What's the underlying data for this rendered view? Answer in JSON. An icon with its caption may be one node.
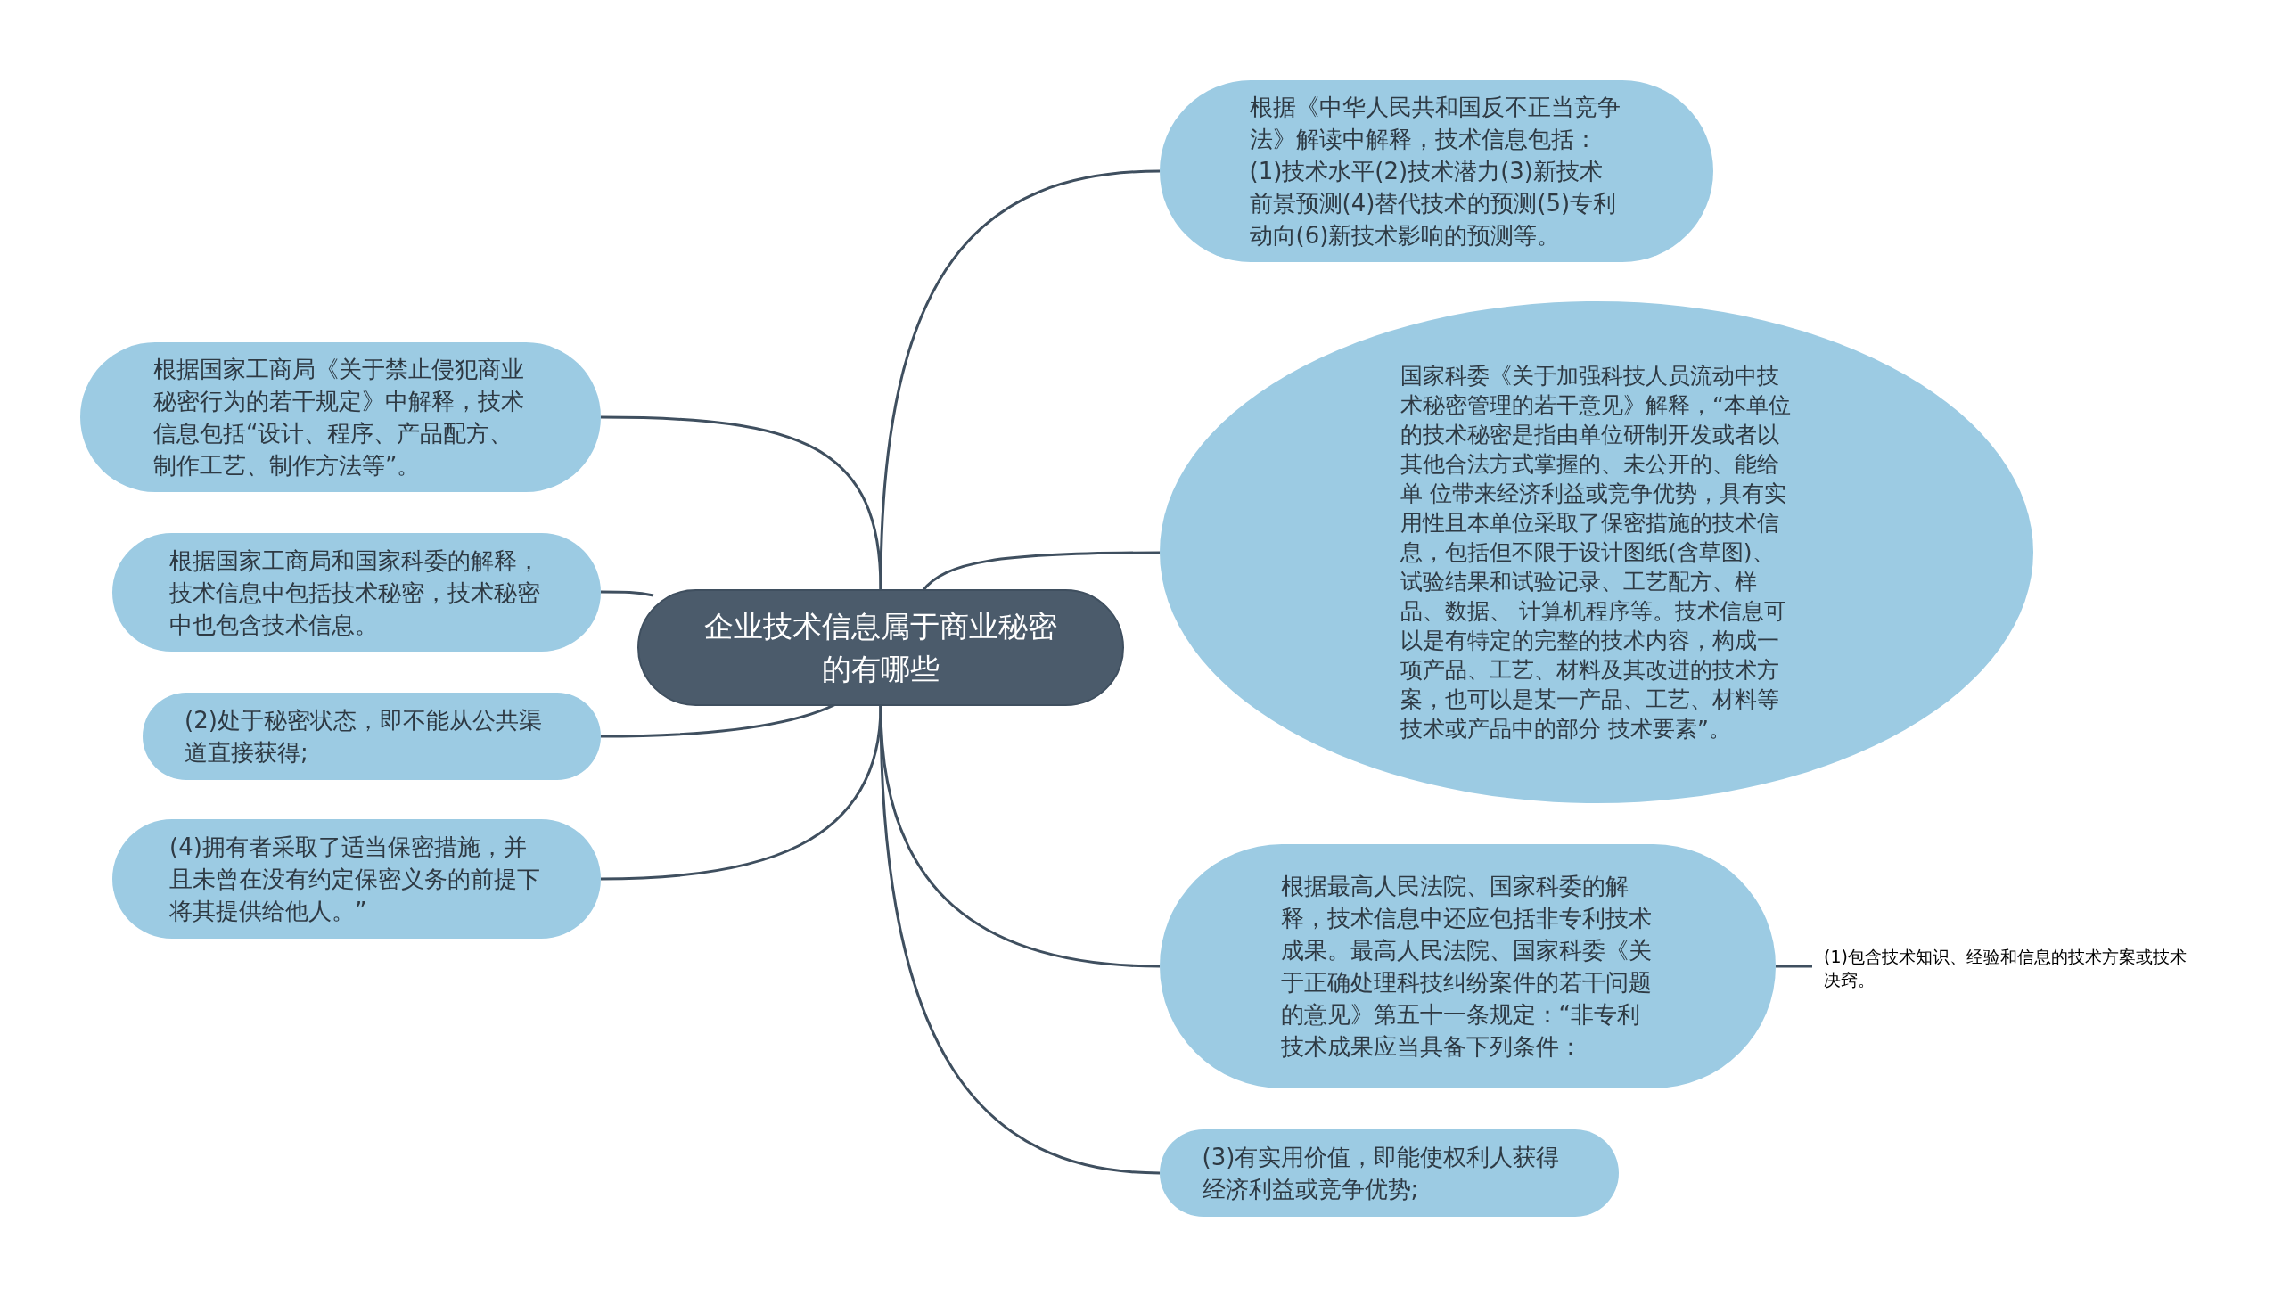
{
  "diagram": {
    "nodes": [
      {
        "text": [
          "企业技术信息属于商业秘密的有哪些"
        ]
      },
      {
        "text": [
          "根据《中华人民共和国反不正当竞争法》解读中解释，技术信息包括：(1)技术水平(2)技术潜力(3)新技术前景预测(4)替代技术的预测(5)专利动向(6)新技术影响的预测等。"
        ]
      },
      {
        "text": [
          "国家科委《关于加强科技人员流动中技术秘密管理的若干意见》解释，“本单位的技术秘密是指由单位研制开发或者以其他合法方式掌握的、未公开的、能给单 位带来经济利益或竞争优势，具有实用性且本单位采取了保密措施的技术信息，包括但不限于设计图纸(含草图)、试验结果和试验记录、工艺配方、样品、数据、 计算机程序等。技术信息可以是有特定的完整的技术内容，构成一项产品、工艺、材料及其改进的技术方案，也可以是某一产品、工艺、材料等技术或产品中的部分 技术要素”。"
        ]
      },
      {
        "text": [
          "根据最高人民法院、国家科委的解释，技术信息中还应包括非专利技术成果。最高人民法院、国家科委《关于正确处理科技纠纷案件的若干问题的意见》第五十一条规定：“非专利技术成果应当具备下列条件："
        ]
      },
      {
        "text": [
          "(1)包含技术知识、经验和信息的技术方案或技术决窍。"
        ]
      },
      {
        "text": [
          "(3)有实用价值，即能使权利人获得经济利益或竞争优势;"
        ]
      },
      {
        "text": [
          "根据国家工商局《关于禁止侵犯商业秘密行为的若干规定》中解释，技术信息包括“设计、程序、产品配方、制作工艺、制作方法等”。"
        ]
      },
      {
        "text": [
          "根据国家工商局和国家科委的解释，技术信息中包括技术秘密，技术秘密中也包含技术信息。"
        ]
      },
      {
        "text": [
          "(2)处于秘密状态，即不能从公共渠道直接获得;"
        ]
      },
      {
        "text": [
          "(4)拥有者采取了适当保密措施，并且未曾在没有约定保密义务的前提下将其提供给他人。”"
        ]
      }
    ],
    "edges": [
      {
        "from": 0,
        "to": 1,
        "arrow": "none"
      },
      {
        "from": 0,
        "to": 2,
        "arrow": "none"
      },
      {
        "from": 0,
        "to": 3,
        "arrow": "none"
      },
      {
        "from": 3,
        "to": 4,
        "arrow": "none"
      },
      {
        "from": 0,
        "to": 5,
        "arrow": "none"
      },
      {
        "from": 0,
        "to": 6,
        "arrow": "none"
      },
      {
        "from": 0,
        "to": 7,
        "arrow": "none"
      },
      {
        "from": 0,
        "to": 8,
        "arrow": "none"
      },
      {
        "from": 0,
        "to": 9,
        "arrow": "none"
      }
    ]
  }
}
